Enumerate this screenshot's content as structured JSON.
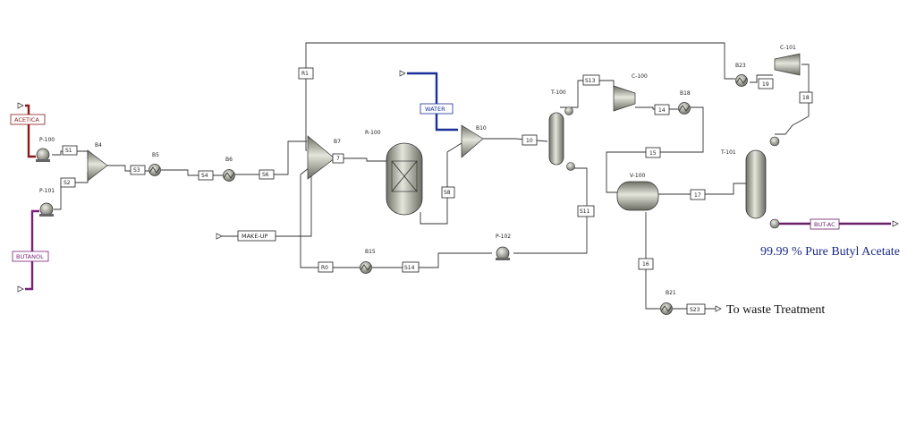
{
  "feeds": {
    "acetic": "ACETICA",
    "butanol": "BUTANOL",
    "water": "WATER",
    "makeup": "MAKE-UP",
    "product": "BUT-AC"
  },
  "blocks": {
    "p100": "P-100",
    "p101": "P-101",
    "p102": "P-102",
    "b4": "B4",
    "b5": "B5",
    "b6": "B6",
    "b7": "B7",
    "b10": "B10",
    "b15": "B15",
    "b18": "B18",
    "b21": "B21",
    "b23": "B23",
    "r100": "R-100",
    "t100": "T-100",
    "t101": "T-101",
    "c100": "C-100",
    "c101": "C-101",
    "v100": "V-100"
  },
  "streams": {
    "s1": "S1",
    "s2": "S2",
    "s3": "S3",
    "s4": "S4",
    "s6": "S6",
    "s7": "7",
    "s8": "S8",
    "s10": "10",
    "s11": "S11",
    "s13": "S13",
    "s14": "14",
    "s14b": "S14",
    "s15": "15",
    "s16": "16",
    "s17": "17",
    "s18": "18",
    "s19": "19",
    "r0": "R0",
    "r1": "R1",
    "s23": "S23"
  },
  "annotations": {
    "product_purity": "99.99 % Pure Butyl Acetate",
    "waste": "To waste Treatment"
  },
  "colors": {
    "acetic": "#8b1a1a",
    "butanol": "#7a1f7a",
    "water": "#1a2f9a",
    "product": "#6a1f6a",
    "product_text": "#1a2a8a"
  }
}
